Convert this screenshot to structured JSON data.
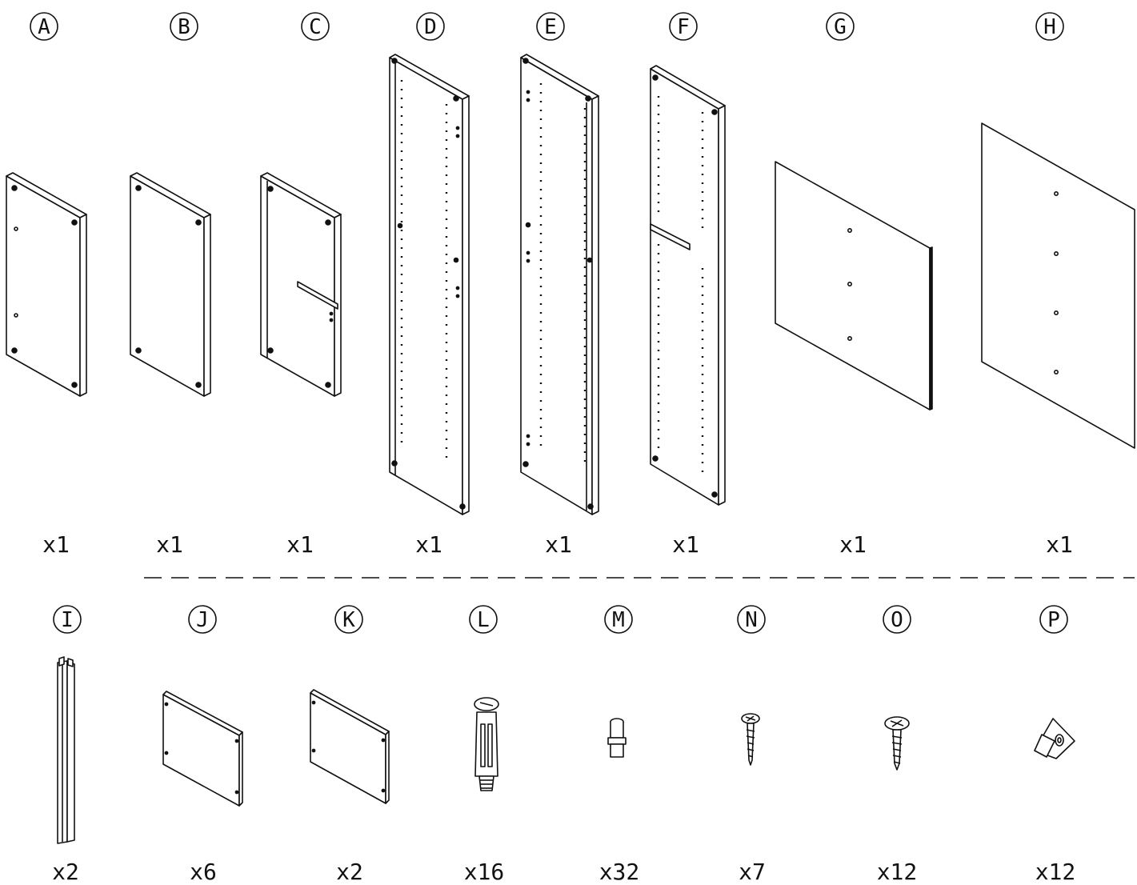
{
  "title": "",
  "colors": {
    "line": "#111111",
    "background": "#ffffff"
  },
  "top_row": [
    {
      "letter": "A",
      "qty": "x1"
    },
    {
      "letter": "B",
      "qty": "x1"
    },
    {
      "letter": "C",
      "qty": "x1"
    },
    {
      "letter": "D",
      "qty": "x1"
    },
    {
      "letter": "E",
      "qty": "x1"
    },
    {
      "letter": "F",
      "qty": "x1"
    },
    {
      "letter": "G",
      "qty": "x1"
    },
    {
      "letter": "H",
      "qty": "x1"
    }
  ],
  "bottom_row": [
    {
      "letter": "I",
      "qty": "x2"
    },
    {
      "letter": "J",
      "qty": "x6"
    },
    {
      "letter": "K",
      "qty": "x2"
    },
    {
      "letter": "L",
      "qty": "x16"
    },
    {
      "letter": "M",
      "qty": "x32"
    },
    {
      "letter": "N",
      "qty": "x7"
    },
    {
      "letter": "O",
      "qty": "x12"
    },
    {
      "letter": "P",
      "qty": "x12"
    }
  ]
}
